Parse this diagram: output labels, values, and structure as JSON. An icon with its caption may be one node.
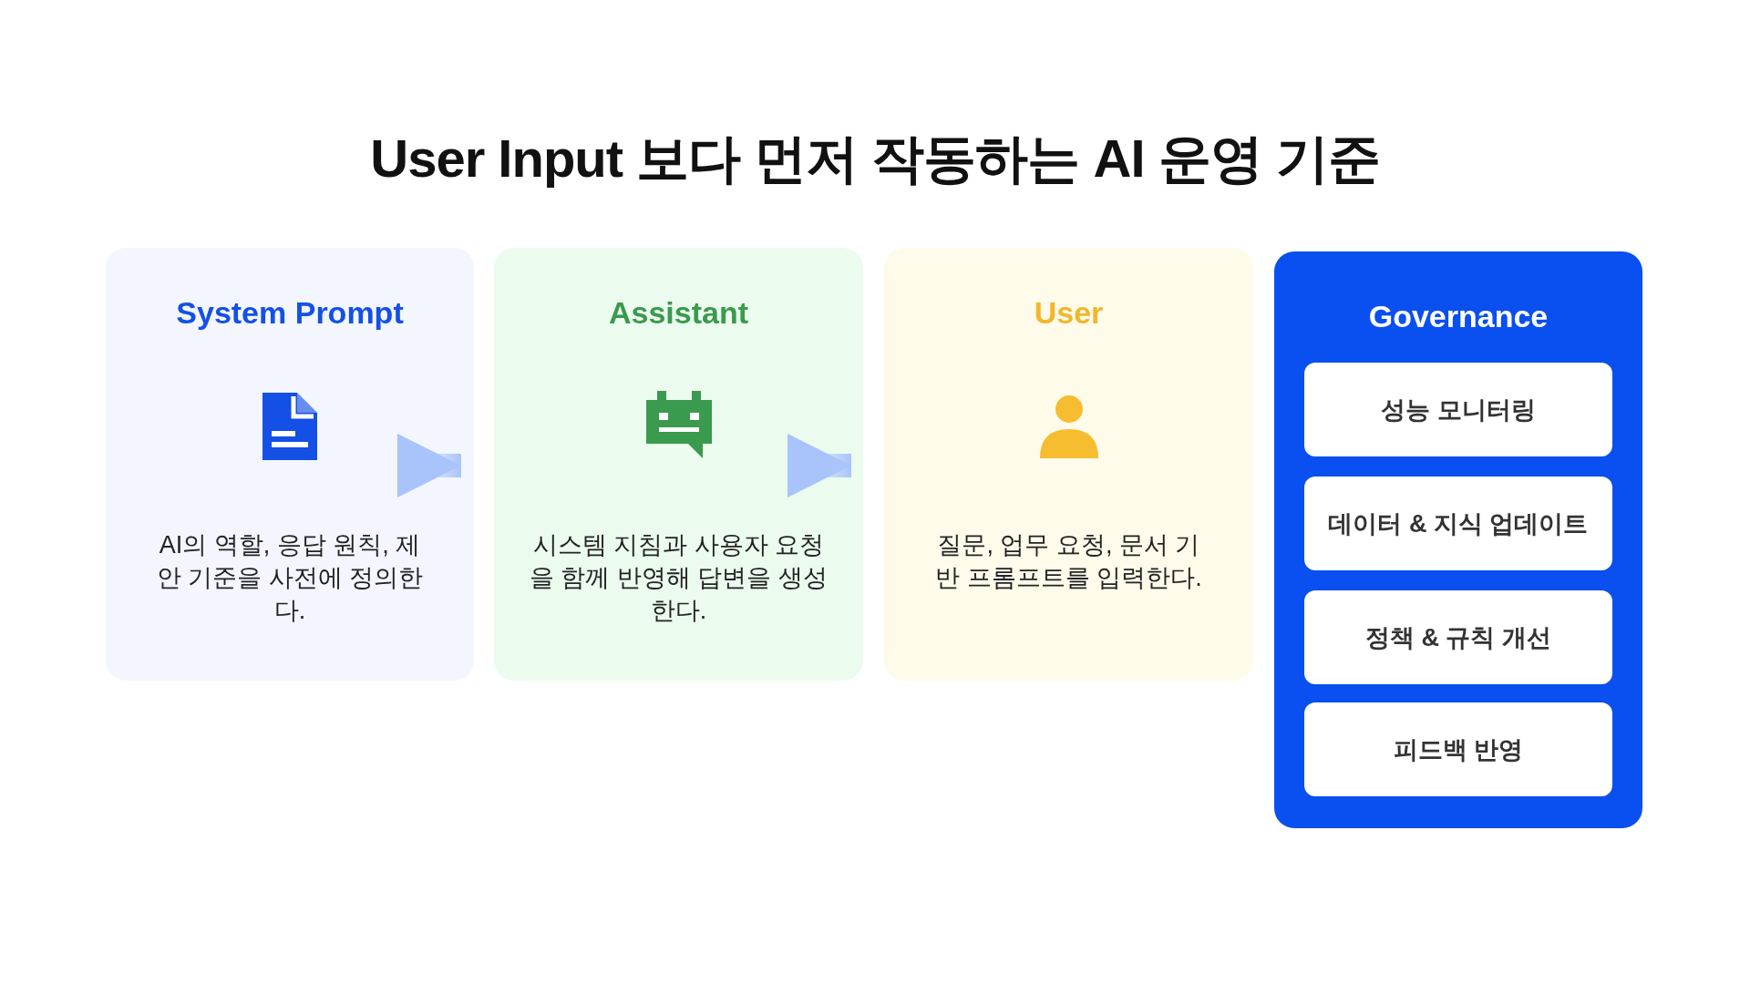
{
  "diagram": {
    "title": "User Input 보다 먼저 작동하는 AI 운영 기준",
    "nodes": [
      {
        "text": [
          "System Prompt",
          "AI의 역할, 응답 원칙, 제안 기준을 사전에 정의한다."
        ]
      },
      {
        "text": [
          "Assistant",
          "시스템 지침과 사용자 요청을 함께 반영해 답변을 생성한다."
        ]
      },
      {
        "text": [
          "User",
          "질문, 업무 요청, 문서 기반 프롬프트를 입력한다."
        ]
      },
      {
        "text": [
          "Governance"
        ]
      },
      {
        "text": [
          "성능 모니터링"
        ],
        "in": 3
      },
      {
        "text": [
          "데이터 & 지식 업데이트"
        ],
        "in": 3
      },
      {
        "text": [
          "정책 & 규칙 개선"
        ],
        "in": 3
      },
      {
        "text": [
          "피드백 반영"
        ],
        "in": 3
      }
    ],
    "edges": [
      {
        "from": 0,
        "to": 1,
        "arrow": "to"
      },
      {
        "from": 1,
        "to": 2,
        "arrow": "to"
      }
    ]
  }
}
